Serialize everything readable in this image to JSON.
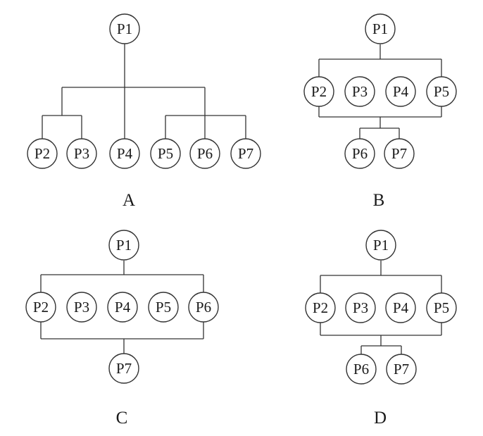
{
  "panels": [
    {
      "label": "A",
      "nodes": [
        "P1",
        "P2",
        "P3",
        "P4",
        "P5",
        "P6",
        "P7"
      ]
    },
    {
      "label": "B",
      "nodes": [
        "P1",
        "P2",
        "P3",
        "P4",
        "P5",
        "P6",
        "P7"
      ]
    },
    {
      "label": "C",
      "nodes": [
        "P1",
        "P2",
        "P3",
        "P4",
        "P5",
        "P6",
        "P7"
      ]
    },
    {
      "label": "D",
      "nodes": [
        "P1",
        "P2",
        "P3",
        "P4",
        "P5",
        "P6",
        "P7"
      ]
    }
  ]
}
